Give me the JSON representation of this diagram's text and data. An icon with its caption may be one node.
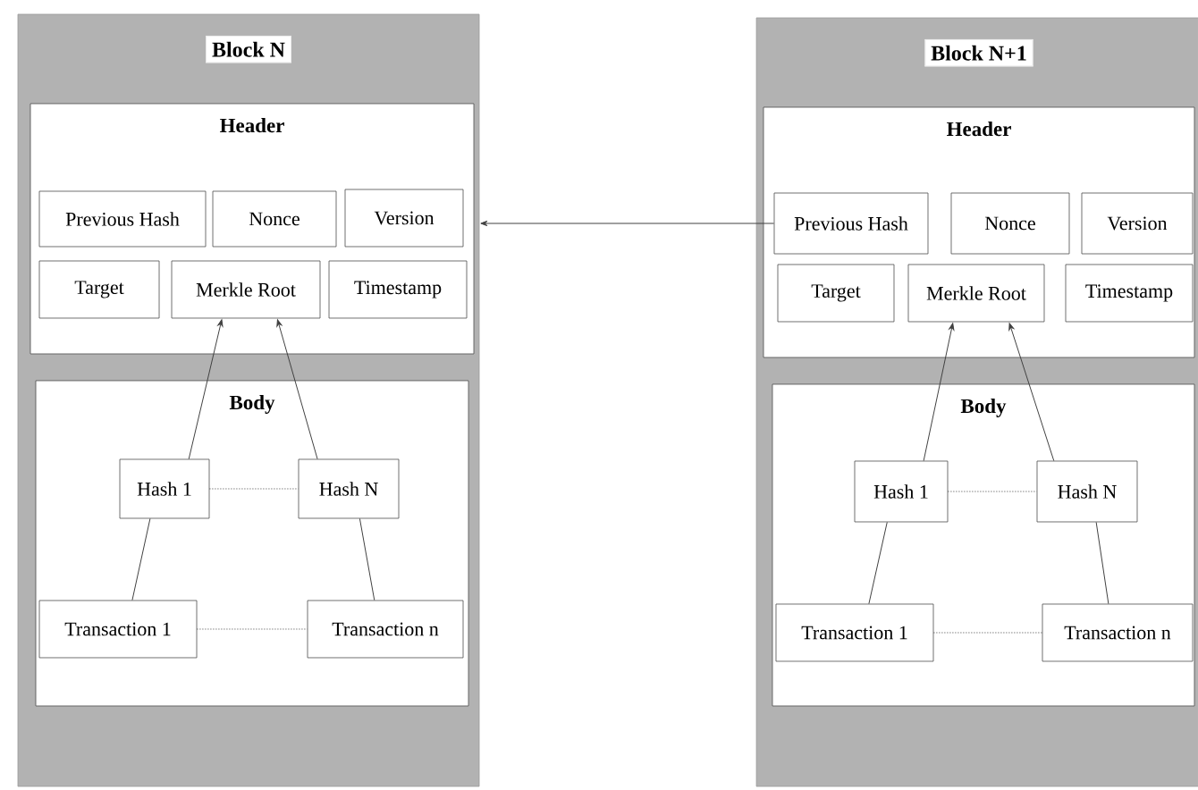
{
  "diagram": {
    "nodes": [
      {
        "text": [
          "Block N"
        ]
      },
      {
        "text": [
          "Header"
        ],
        "in": 0
      },
      {
        "text": [
          "Previous Hash"
        ],
        "in": 1
      },
      {
        "text": [
          "Nonce"
        ],
        "in": 1
      },
      {
        "text": [
          "Version"
        ],
        "in": 1
      },
      {
        "text": [
          "Target"
        ],
        "in": 1
      },
      {
        "text": [
          "Merkle Root"
        ],
        "in": 1
      },
      {
        "text": [
          "Timestamp"
        ],
        "in": 1
      },
      {
        "text": [
          "Body"
        ],
        "in": 0
      },
      {
        "text": [
          "Hash 1"
        ],
        "in": 8
      },
      {
        "text": [
          "Hash N"
        ],
        "in": 8
      },
      {
        "text": [
          "Transaction 1"
        ],
        "in": 8
      },
      {
        "text": [
          "Transaction n"
        ],
        "in": 8
      },
      {
        "text": [
          "Block N+1"
        ]
      },
      {
        "text": [
          "Header"
        ],
        "in": 13
      },
      {
        "text": [
          "Previous Hash"
        ],
        "in": 14
      },
      {
        "text": [
          "Nonce"
        ],
        "in": 14
      },
      {
        "text": [
          "Version"
        ],
        "in": 14
      },
      {
        "text": [
          "Target"
        ],
        "in": 14
      },
      {
        "text": [
          "Merkle Root"
        ],
        "in": 14
      },
      {
        "text": [
          "Timestamp"
        ],
        "in": 14
      },
      {
        "text": [
          "Body"
        ],
        "in": 13
      },
      {
        "text": [
          "Hash 1"
        ],
        "in": 21
      },
      {
        "text": [
          "Hash N"
        ],
        "in": 21
      },
      {
        "text": [
          "Transaction 1"
        ],
        "in": 21
      },
      {
        "text": [
          "Transaction n"
        ],
        "in": 21
      }
    ],
    "edges": [
      {
        "from": 9,
        "to": 6,
        "arrow": "to"
      },
      {
        "from": 10,
        "to": 6,
        "arrow": "to"
      },
      {
        "from": 9,
        "to": 10,
        "arrow": "none",
        "style": "dashed"
      },
      {
        "from": 11,
        "to": 9,
        "arrow": "none"
      },
      {
        "from": 12,
        "to": 10,
        "arrow": "none"
      },
      {
        "from": 11,
        "to": 12,
        "arrow": "none",
        "style": "dashed"
      },
      {
        "from": 22,
        "to": 19,
        "arrow": "to"
      },
      {
        "from": 23,
        "to": 19,
        "arrow": "to"
      },
      {
        "from": 22,
        "to": 23,
        "arrow": "none",
        "style": "dashed"
      },
      {
        "from": 24,
        "to": 22,
        "arrow": "none"
      },
      {
        "from": 25,
        "to": 23,
        "arrow": "none"
      },
      {
        "from": 24,
        "to": 25,
        "arrow": "none",
        "style": "dashed"
      },
      {
        "from": 15,
        "to": 0,
        "arrow": "to"
      }
    ]
  }
}
